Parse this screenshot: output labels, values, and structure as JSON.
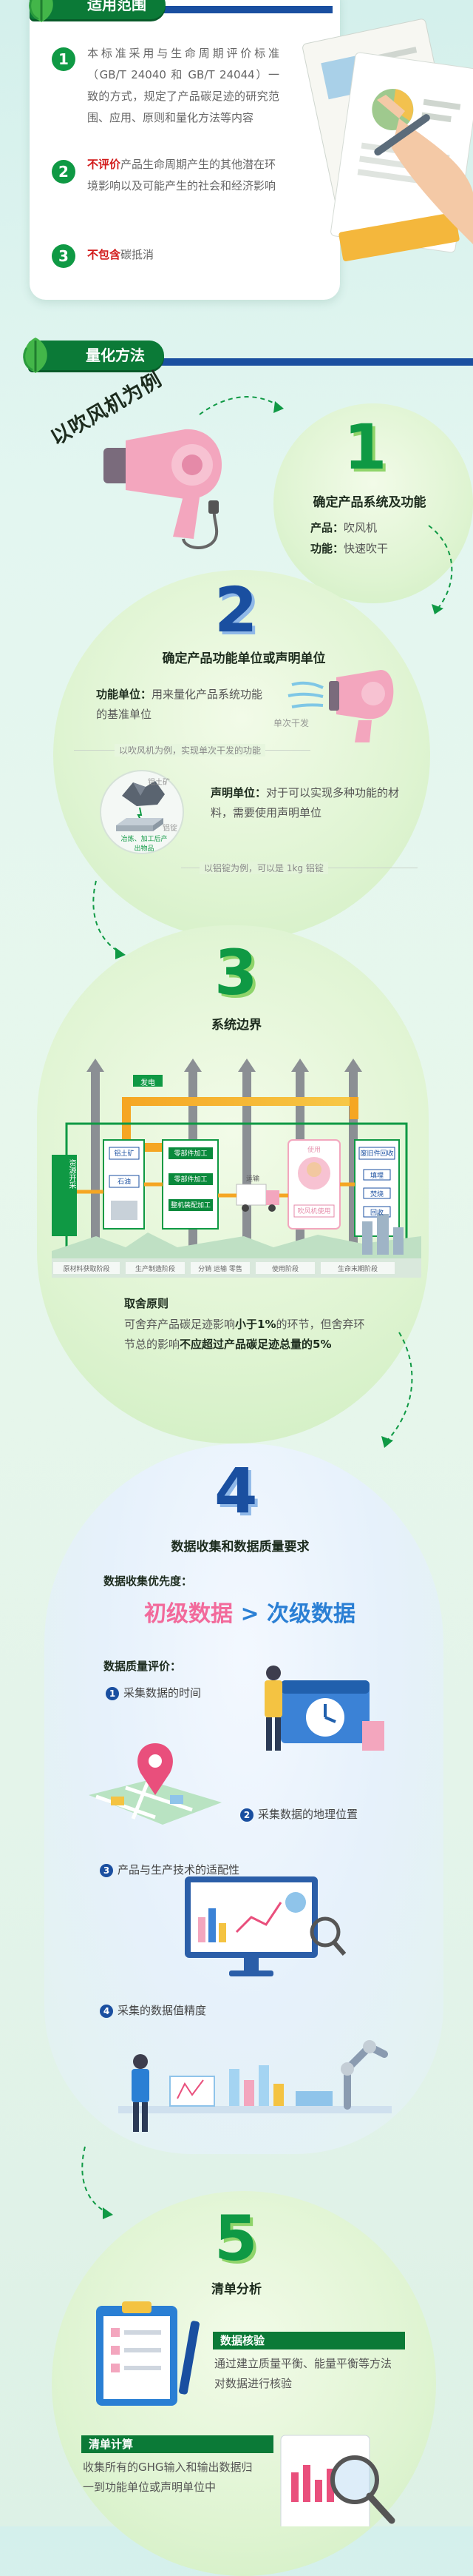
{
  "scope": {
    "tag": "适用范围",
    "items": [
      {
        "num": "1",
        "text": "本标准采用与生命周期评价标准（GB/T 24040 和 GB/T 24044）一致的方式，规定了产品碳足迹的研究范围、应用、原则和量化方法等内容"
      },
      {
        "num": "2",
        "highlight": "不评价",
        "text": "产品生命周期产生的其他潜在环境影响以及可能产生的社会和经济影响"
      },
      {
        "num": "3",
        "highlight": "不包含",
        "text": "碳抵消"
      }
    ]
  },
  "method": {
    "tag": "量化方法",
    "example": "以吹风机为例"
  },
  "step1": {
    "num": "1",
    "title": "确定产品系统及功能",
    "product_label": "产品：",
    "product_value": "吹风机",
    "function_label": "功能：",
    "function_value": "快速吹干"
  },
  "step2": {
    "num": "2",
    "title": "确定产品功能单位或声明单位",
    "fu_label": "功能单位：",
    "fu_text": "用来量化产品系统功能的基准单位",
    "fu_note": "以吹风机为例，实现单次干发的功能",
    "du_label": "声明单位：",
    "du_text": "对于可以实现多种功能的材料，需要使用声明单位",
    "du_note": "以铝锭为例，可以是 1kg 铝锭",
    "ore_label": "铝土矿",
    "ingot_label": "铝锭",
    "process_note": "冶炼、加工后产出物品",
    "fu_img_label": "单次干发"
  },
  "step3": {
    "num": "3",
    "title": "系统边界",
    "diagram": {
      "top_label": "发电",
      "input_label": "资源开采",
      "ore_label": "铝土矿",
      "oil_label": "石油",
      "factory_labels": [
        "零部件加工",
        "零部件加工",
        "整机装配加工"
      ],
      "transport_label": "运输",
      "use_label": "使用",
      "use_caption": "吹风机使用",
      "eol_labels": [
        "废旧件回收",
        "填埋",
        "焚烧",
        "回收"
      ],
      "bottom_labels": [
        "原材料获取阶段",
        "生产制造阶段",
        "分销 运输 零售",
        "使用阶段",
        "生命末期阶段"
      ]
    },
    "cutoff_title": "取舍原则",
    "cutoff_text_a": "可舍弃产品碳足迹影响",
    "cutoff_text_b": "小于1%",
    "cutoff_text_c": "的环节，但舍弃环节总的影响",
    "cutoff_text_d": "不应超过产品碳足迹总量的5%"
  },
  "step4": {
    "num": "4",
    "title": "数据收集和数据质量要求",
    "priority_label": "数据收集优先度：",
    "primary": "初级数据",
    "gt": ">",
    "secondary": "次级数据",
    "quality_label": "数据质量评价：",
    "items": [
      {
        "num": "1",
        "text": "采集数据的时间"
      },
      {
        "num": "2",
        "text": "采集数据的地理位置"
      },
      {
        "num": "3",
        "text": "产品与生产技术的适配性"
      },
      {
        "num": "4",
        "text": "采集的数据值精度"
      }
    ]
  },
  "step5": {
    "num": "5",
    "title": "清单分析",
    "check_head": "数据核验",
    "check_text": "通过建立质量平衡、能量平衡等方法对数据进行核验",
    "calc_head": "清单计算",
    "calc_text": "收集所有的GHG输入和输出数据归一到功能单位或声明单位中"
  },
  "colors": {
    "green": "#0f9944",
    "dark_green": "#0b7a37",
    "blue": "#1a4fa0",
    "red": "#d21a1a",
    "pink": "#f3a6be"
  }
}
